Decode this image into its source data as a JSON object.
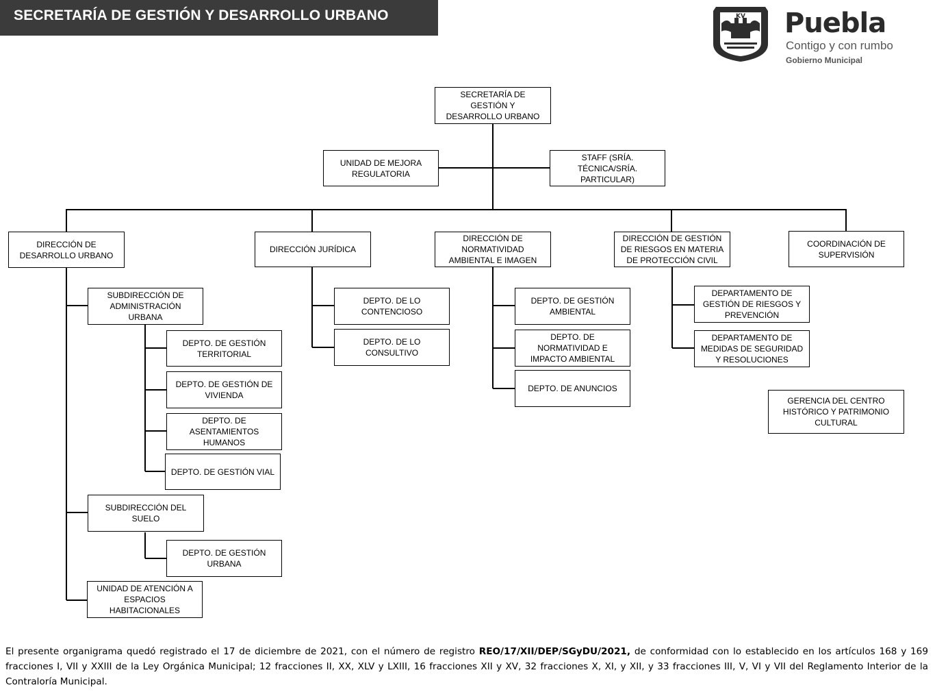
{
  "header": {
    "title": "SECRETARÍA DE GESTIÓN Y DESARROLLO URBANO"
  },
  "logo": {
    "brand": "Puebla",
    "tagline": "Contigo y con rumbo",
    "subtitle": "Gobierno Municipal",
    "seal_text": "KV"
  },
  "org": {
    "secretaria": "SECRETARÍA DE\nGESTIÓN Y\nDESARROLLO URBANO",
    "unidad_mejora": "UNIDAD DE MEJORA\nREGULATORIA",
    "staff": "STAFF (SRÍA.\nTÉCNICA/SRÍA.\nPARTICULAR)",
    "dir_desarrollo": "DIRECCIÓN DE\nDESARROLLO URBANO",
    "dir_juridica": "DIRECCIÓN JURÍDICA",
    "dir_normatividad": "DIRECCIÓN DE\nNORMATIVIDAD\nAMBIENTAL  E IMAGEN",
    "dir_riesgos": "DIRECCIÓN DE GESTIÓN\nDE RIESGOS EN MATERIA\nDE PROTECCIÓN CIVIL",
    "coord_supervision": "COORDINACIÓN DE\nSUPERVISIÓN",
    "sub_admin": "SUBDIRECCIÓN DE\nADMINISTRACIÓN\nURBANA",
    "depto_territorial": "DEPTO. DE GESTIÓN\nTERRITORIAL",
    "depto_vivienda": "DEPTO. DE GESTIÓN DE\nVIVIENDA",
    "depto_asentamientos": "DEPTO. DE\nASENTAMIENTOS\nHUMANOS",
    "depto_vial": "DEPTO. DE GESTIÓN VIAL",
    "sub_suelo": "SUBDIRECCIÓN DEL\nSUELO",
    "depto_urbana": "DEPTO. DE GESTIÓN\nURBANA",
    "unidad_espacios": "UNIDAD DE ATENCIÓN A\nESPACIOS\nHABITACIONALES",
    "depto_contencioso": "DEPTO. DE LO\nCONTENCIOSO",
    "depto_consultivo": "DEPTO. DE LO\nCONSULTIVO",
    "depto_ambiental": "DEPTO. DE GESTIÓN\nAMBIENTAL",
    "depto_impacto": "DEPTO. DE\nNORMATIVIDAD E\nIMPACTO AMBIENTAL",
    "depto_anuncios": "DEPTO. DE ANUNCIOS",
    "depto_riesgos": "DEPARTAMENTO DE\nGESTIÓN DE RIESGOS Y\nPREVENCIÓN",
    "depto_medidas": "DEPARTAMENTO DE\nMEDIDAS DE SEGURIDAD\nY RESOLUCIONES",
    "gerencia_centro": "GERENCIA DEL CENTRO\nHISTÓRICO Y PATRIMONIO\nCULTURAL"
  },
  "footer": {
    "text_before": "El presente organigrama quedó registrado el 17 de diciembre de 2021, con el número de registro ",
    "registro": "REO/17/XII/DEP/SGyDU/2021,",
    "text_after": " de conformidad con lo establecido en los artículos 168 y 169 fracciones I, VII y XXIII de la Ley Orgánica Municipal; 12 fracciones II, XX, XLV y LXIII, 16 fracciones XII y XV, 32 fracciones X, XI, y XII, y 33 fracciones III, V, VI y VII del Reglamento Interior de la Contraloría Municipal."
  }
}
